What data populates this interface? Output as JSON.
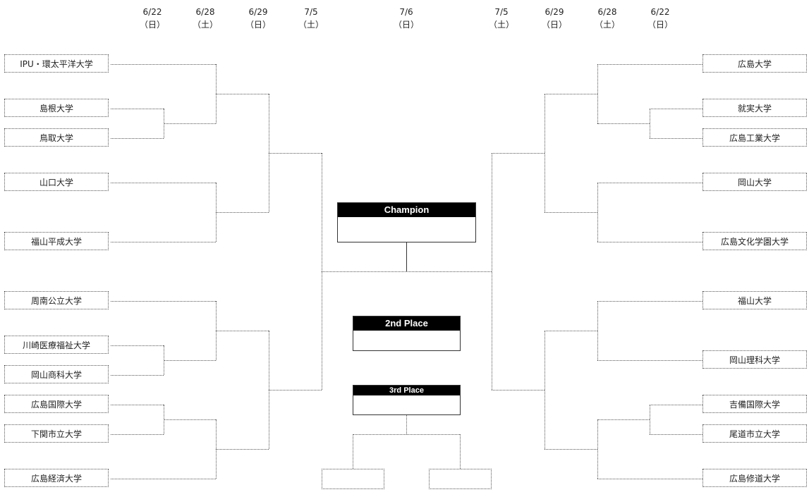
{
  "dates": {
    "left": [
      {
        "date": "6/22",
        "day": "（日）"
      },
      {
        "date": "6/28",
        "day": "（土）"
      },
      {
        "date": "6/29",
        "day": "（日）"
      },
      {
        "date": "7/5",
        "day": "（土）"
      }
    ],
    "center": {
      "date": "7/6",
      "day": "（日）"
    },
    "right": [
      {
        "date": "7/5",
        "day": "（土）"
      },
      {
        "date": "6/29",
        "day": "（日）"
      },
      {
        "date": "6/28",
        "day": "（土）"
      },
      {
        "date": "6/22",
        "day": "（日）"
      }
    ]
  },
  "teams": {
    "left": [
      "IPU・環太平洋大学",
      "島根大学",
      "鳥取大学",
      "山口大学",
      "福山平成大学",
      "周南公立大学",
      "川崎医療福祉大学",
      "岡山商科大学",
      "広島国際大学",
      "下関市立大学",
      "広島経済大学"
    ],
    "right": [
      "広島大学",
      "就実大学",
      "広島工業大学",
      "岡山大学",
      "広島文化学園大学",
      "福山大学",
      "岡山理科大学",
      "吉備国際大学",
      "尾道市立大学",
      "広島修道大学"
    ]
  },
  "results": {
    "champion": {
      "label": "Champion",
      "value": ""
    },
    "second": {
      "label": "2nd Place",
      "value": ""
    },
    "third": {
      "label": "3rd Place",
      "value": ""
    }
  }
}
